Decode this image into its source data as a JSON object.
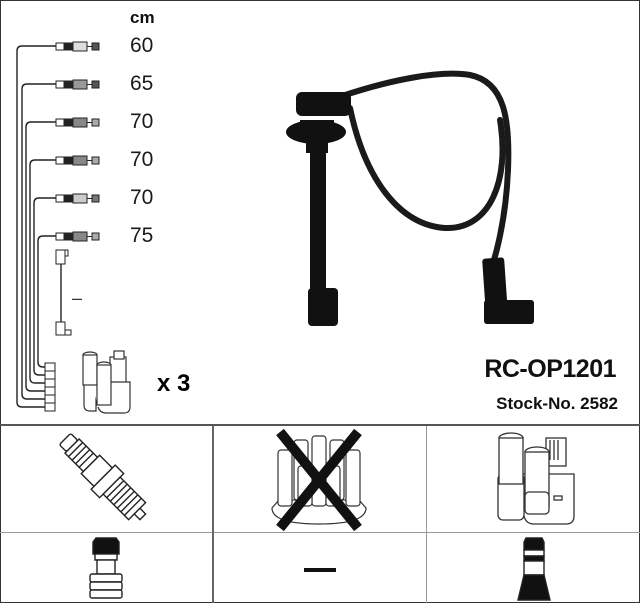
{
  "product": {
    "part_number": "RC-OP1201",
    "stock_label": "Stock-No. 2582"
  },
  "wire_set": {
    "unit_label": "cm",
    "wires": [
      {
        "length": "60"
      },
      {
        "length": "65"
      },
      {
        "length": "70"
      },
      {
        "length": "70"
      },
      {
        "length": "70"
      },
      {
        "length": "75"
      }
    ],
    "extra_wire_length": "–",
    "coil_quantity": "x 3"
  },
  "compatibility_grid": {
    "row1": [
      {
        "name": "spark-plug",
        "excluded": false
      },
      {
        "name": "distributor-cap",
        "excluded": true
      },
      {
        "name": "ignition-coil",
        "excluded": false
      }
    ],
    "row2": [
      {
        "name": "spark-plug-connector",
        "value": ""
      },
      {
        "name": "distributor-connector",
        "value": "—"
      },
      {
        "name": "coil-connector",
        "value": ""
      }
    ]
  },
  "colors": {
    "ink": "#111111",
    "grid_line": "#666666",
    "background": "#ffffff"
  }
}
